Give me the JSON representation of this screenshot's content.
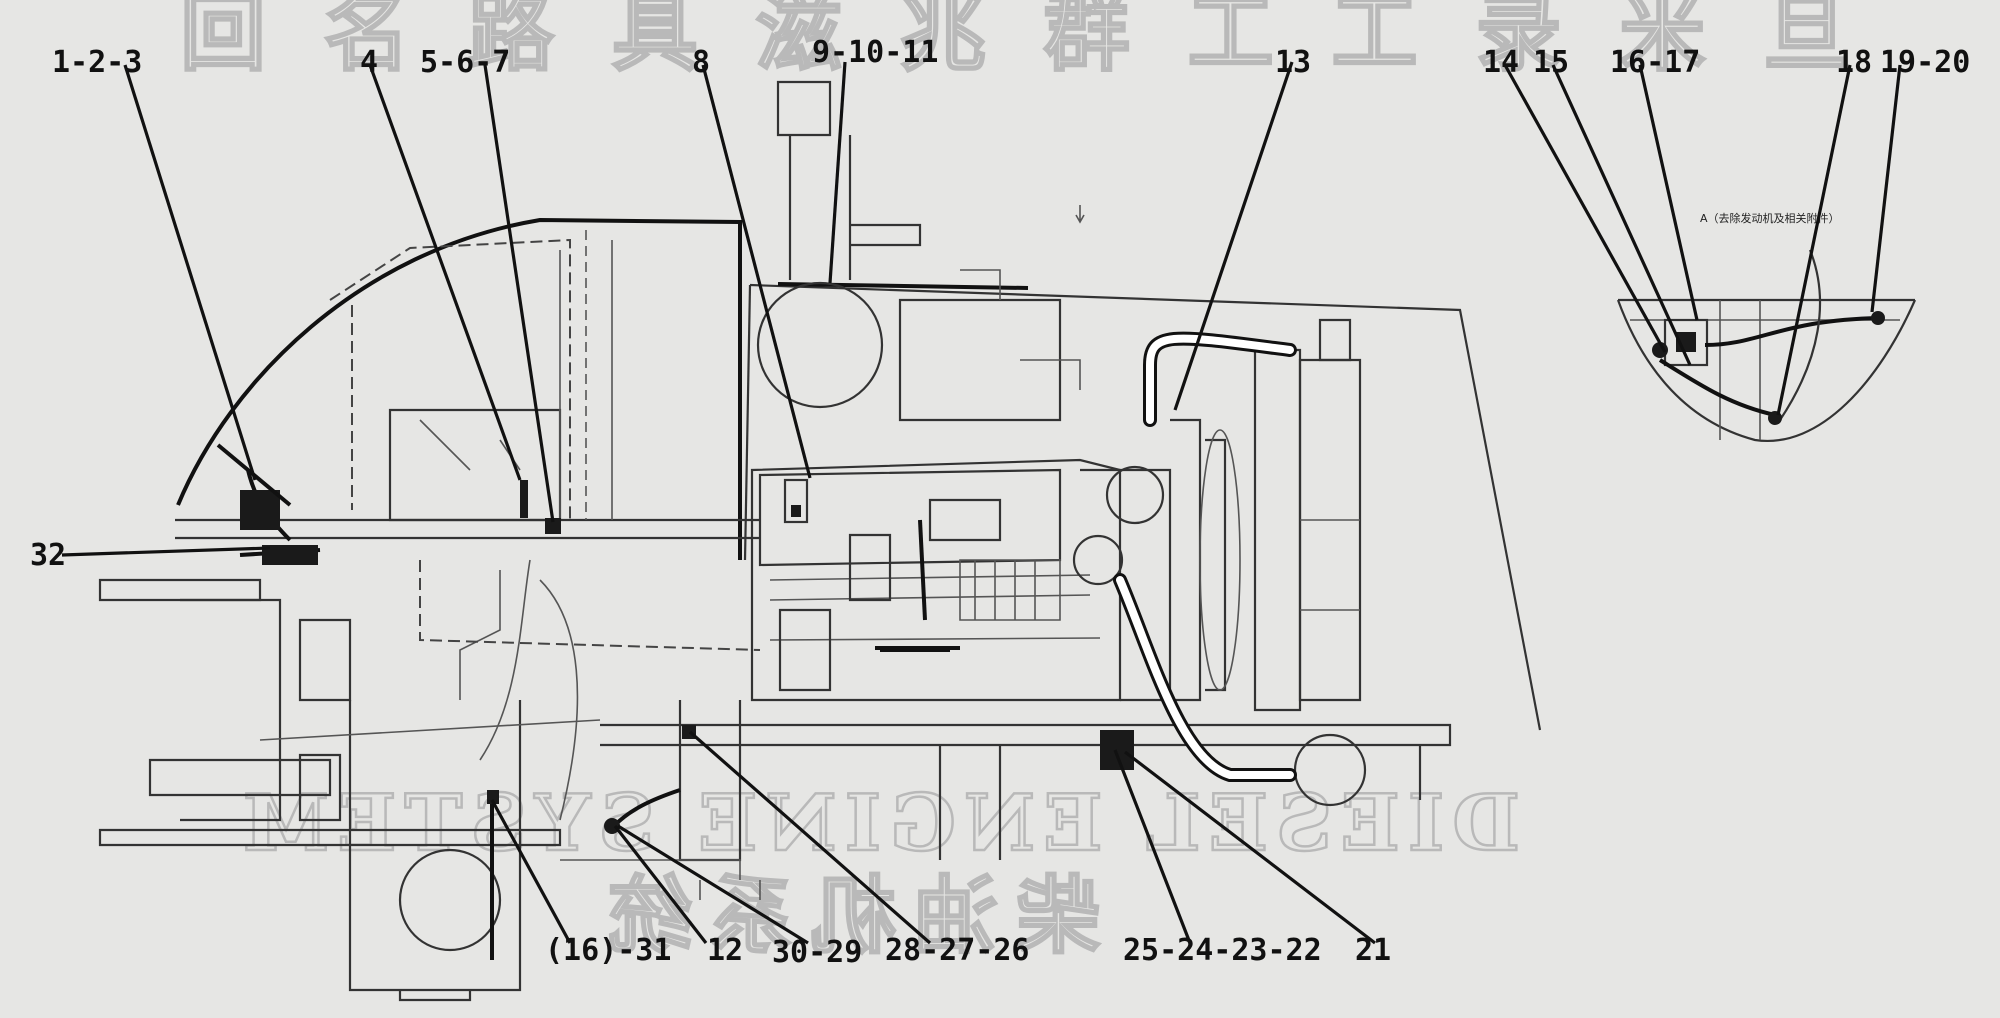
{
  "watermark": {
    "top_text": "回 名 路 具 滋 兆 群 工 工 录 米 旦",
    "bottom_text_mirrored": "DIESEL ENGINE SYSTEM",
    "bottom_text_cn": "柴油机系统"
  },
  "detail_view": {
    "caption": "A（去除发动机及相关附件）"
  },
  "labels": {
    "l_1_2_3": "1-2-3",
    "l_4": "4",
    "l_5_6_7": "5-6-7",
    "l_8": "8",
    "l_9_10_11": "9-10-11",
    "l_13": "13",
    "l_14": "14",
    "l_15": "15",
    "l_16_17": "16-17",
    "l_18": "18",
    "l_19_20": "19-20",
    "l_32": "32",
    "l_16_31": "(16)-31",
    "l_12": "12",
    "l_30_29": "30-29",
    "l_28_27_26": "28-27-26",
    "l_25_24_23_22": "25-24-23-22",
    "l_21": "21"
  },
  "colors": {
    "background": "#e6e6e4",
    "ink": "#111111",
    "watermark": "#b9b9b9"
  }
}
